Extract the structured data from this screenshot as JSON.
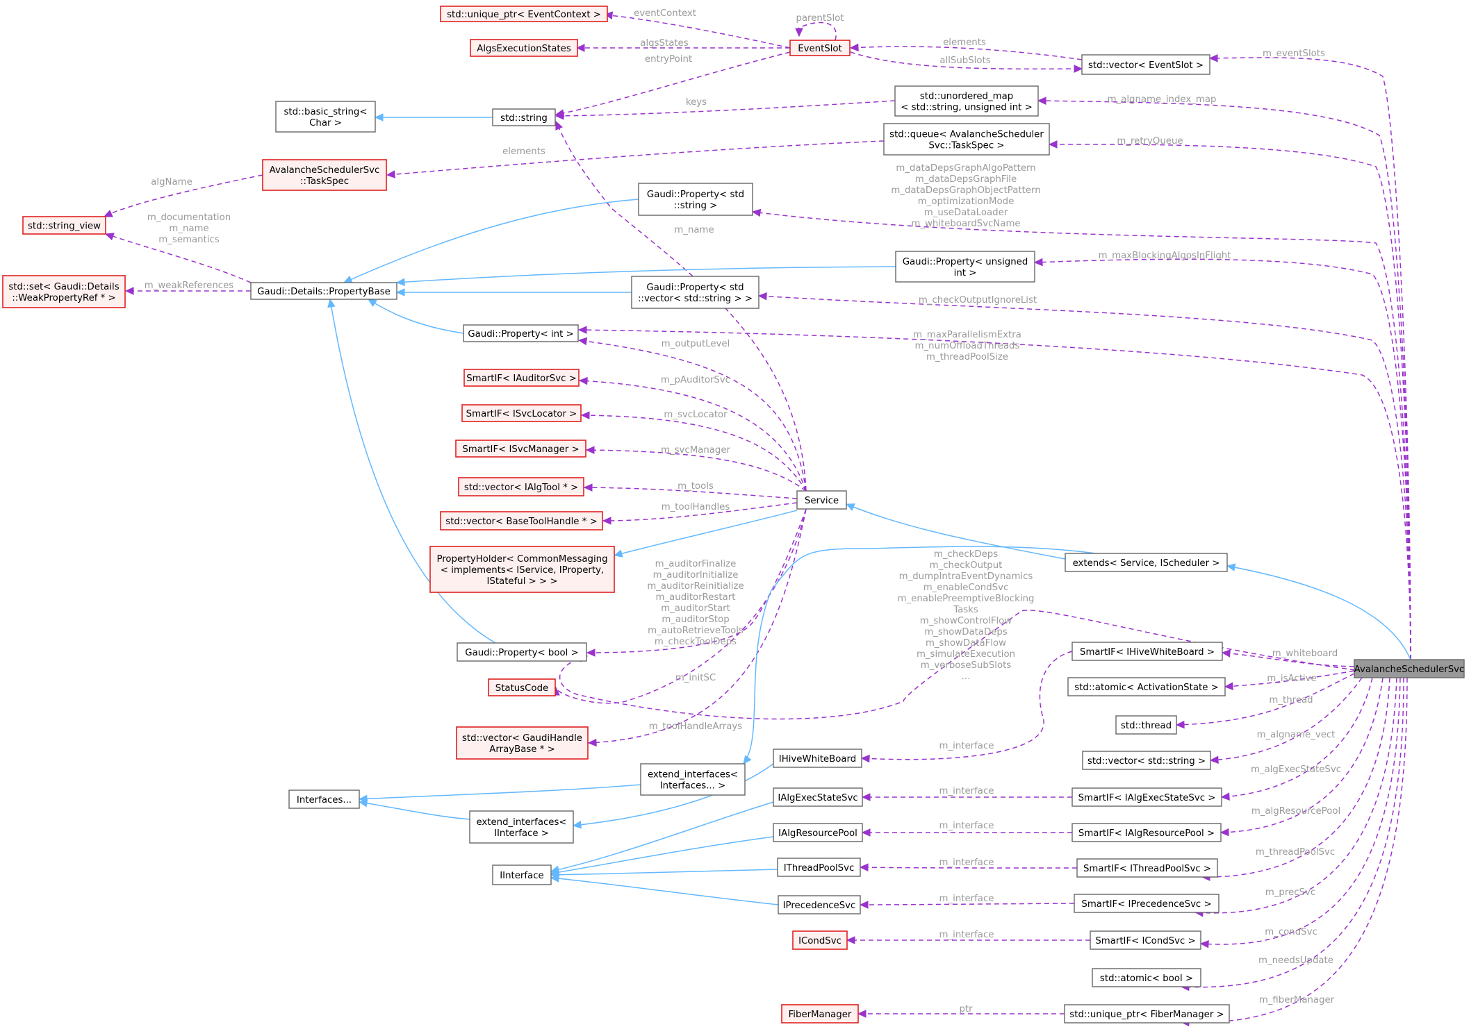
{
  "colors": {
    "inheritance_edge": "#63b8ff",
    "usage_edge": "#9a32cd",
    "edge_label": "#9a9a9a",
    "undocumented_border": "#e02020",
    "undocumented_fill": "#fff0f0",
    "focus_fill": "#999999"
  },
  "nodes": {
    "unique_ptr_eventcontext": {
      "lines": [
        "std::unique_ptr< EventContext >"
      ],
      "style": "red"
    },
    "algsexecutionstates": {
      "lines": [
        "AlgsExecutionStates"
      ],
      "style": "red"
    },
    "eventslot": {
      "lines": [
        "EventSlot"
      ],
      "style": "red"
    },
    "vector_eventslot": {
      "lines": [
        "std::vector< EventSlot >"
      ],
      "style": "normal"
    },
    "basic_string_char": {
      "lines": [
        "std::basic_string<",
        "Char >"
      ],
      "style": "normal"
    },
    "std_string": {
      "lines": [
        "std::string"
      ],
      "style": "normal"
    },
    "unordered_map": {
      "lines": [
        "std::unordered_map",
        "< std::string, unsigned int >"
      ],
      "style": "normal"
    },
    "queue_taskspec": {
      "lines": [
        "std::queue< AvalancheScheduler",
        "Svc::TaskSpec >"
      ],
      "style": "normal"
    },
    "taskspec": {
      "lines": [
        "AvalancheSchedulerSvc",
        "::TaskSpec"
      ],
      "style": "red"
    },
    "string_view": {
      "lines": [
        "std::string_view"
      ],
      "style": "red"
    },
    "property_string": {
      "lines": [
        "Gaudi::Property< std",
        "::string >"
      ],
      "style": "normal"
    },
    "property_unsigned": {
      "lines": [
        "Gaudi::Property< unsigned",
        "int >"
      ],
      "style": "normal"
    },
    "property_vector_string": {
      "lines": [
        "Gaudi::Property< std",
        "::vector< std::string > >"
      ],
      "style": "normal"
    },
    "set_weakref": {
      "lines": [
        "std::set< Gaudi::Details",
        "::WeakPropertyRef * >"
      ],
      "style": "red"
    },
    "propertybase": {
      "lines": [
        "Gaudi::Details::PropertyBase"
      ],
      "style": "normal"
    },
    "property_int": {
      "lines": [
        "Gaudi::Property< int >"
      ],
      "style": "normal"
    },
    "smartif_iauditorsvc": {
      "lines": [
        "SmartIF< IAuditorSvc >"
      ],
      "style": "red"
    },
    "smartif_isvclocator": {
      "lines": [
        "SmartIF< ISvcLocator >"
      ],
      "style": "red"
    },
    "smartif_isvcmanager": {
      "lines": [
        "SmartIF< ISvcManager >"
      ],
      "style": "red"
    },
    "vector_ialgtool": {
      "lines": [
        "std::vector< IAlgTool * >"
      ],
      "style": "red"
    },
    "vector_basetoolhandle": {
      "lines": [
        "std::vector< BaseToolHandle * >"
      ],
      "style": "red"
    },
    "service": {
      "lines": [
        "Service"
      ],
      "style": "normal"
    },
    "propertyholder": {
      "lines": [
        "PropertyHolder< CommonMessaging",
        "< implements< IService, IProperty,",
        "IStateful > > >"
      ],
      "style": "red"
    },
    "extends_service": {
      "lines": [
        "extends< Service, IScheduler >"
      ],
      "style": "normal"
    },
    "property_bool": {
      "lines": [
        "Gaudi::Property< bool >"
      ],
      "style": "normal"
    },
    "statuscode": {
      "lines": [
        "StatusCode"
      ],
      "style": "red"
    },
    "vector_gaudihandle": {
      "lines": [
        "std::vector< GaudiHandle",
        "ArrayBase * >"
      ],
      "style": "red"
    },
    "smartif_ihivewhiteboard": {
      "lines": [
        "SmartIF< IHiveWhiteBoard >"
      ],
      "style": "normal"
    },
    "atomic_activationstate": {
      "lines": [
        "std::atomic< ActivationState >"
      ],
      "style": "normal"
    },
    "std_thread": {
      "lines": [
        "std::thread"
      ],
      "style": "normal"
    },
    "vector_string": {
      "lines": [
        "std::vector< std::string >"
      ],
      "style": "normal"
    },
    "avalanche": {
      "lines": [
        "AvalancheSchedulerSvc"
      ],
      "style": "focus"
    },
    "ihivewhiteboard": {
      "lines": [
        "IHiveWhiteBoard"
      ],
      "style": "normal"
    },
    "extend_interfaces_variadic": {
      "lines": [
        "extend_interfaces<",
        "Interfaces... >"
      ],
      "style": "normal"
    },
    "interfaces": {
      "lines": [
        "Interfaces..."
      ],
      "style": "normal"
    },
    "extend_interfaces_iinterface": {
      "lines": [
        "extend_interfaces<",
        "IInterface >"
      ],
      "style": "normal"
    },
    "ialgexecstatesvc": {
      "lines": [
        "IAlgExecStateSvc"
      ],
      "style": "normal"
    },
    "smartif_ialgexecstatesvc": {
      "lines": [
        "SmartIF< IAlgExecStateSvc >"
      ],
      "style": "normal"
    },
    "ialgresourcepool": {
      "lines": [
        "IAlgResourcePool"
      ],
      "style": "normal"
    },
    "smartif_ialgresourcepool": {
      "lines": [
        "SmartIF< IAlgResourcePool >"
      ],
      "style": "normal"
    },
    "iinterface": {
      "lines": [
        "IInterface"
      ],
      "style": "normal"
    },
    "ithreadpoolsvc": {
      "lines": [
        "IThreadPoolSvc"
      ],
      "style": "normal"
    },
    "smartif_ithreadpoolsvc": {
      "lines": [
        "SmartIF< IThreadPoolSvc >"
      ],
      "style": "normal"
    },
    "iprecedencesvc": {
      "lines": [
        "IPrecedenceSvc"
      ],
      "style": "normal"
    },
    "smartif_iprecedencesvc": {
      "lines": [
        "SmartIF< IPrecedenceSvc >"
      ],
      "style": "normal"
    },
    "icondsvc": {
      "lines": [
        "ICondSvc"
      ],
      "style": "red"
    },
    "smartif_icondsvc": {
      "lines": [
        "SmartIF< ICondSvc >"
      ],
      "style": "normal"
    },
    "atomic_bool": {
      "lines": [
        "std::atomic< bool >"
      ],
      "style": "normal"
    },
    "fibermanager": {
      "lines": [
        "FiberManager"
      ],
      "style": "red"
    },
    "unique_ptr_fibermanager": {
      "lines": [
        "std::unique_ptr< FiberManager >"
      ],
      "style": "normal"
    }
  },
  "edge_labels": {
    "eventcontext": [
      "eventContext"
    ],
    "parentslot": [
      "parentSlot"
    ],
    "algsstates": [
      "algsStates"
    ],
    "elements_slot": [
      "elements"
    ],
    "entrypoint": [
      "entryPoint"
    ],
    "allsubslots": [
      "allSubSlots"
    ],
    "m_eventslots": [
      "m_eventSlots"
    ],
    "keys": [
      "keys"
    ],
    "m_algname_index_map": [
      "m_algname_index_map"
    ],
    "elements_queue": [
      "elements"
    ],
    "m_retryqueue": [
      "m_retryQueue"
    ],
    "algname": [
      "algName"
    ],
    "string_props": [
      "m_dataDepsGraphAlgoPattern",
      "m_dataDepsGraphFile",
      "m_dataDepsGraphObjectPattern",
      "m_optimizationMode",
      "m_useDataLoader",
      "m_whiteboardSvcName"
    ],
    "propbase_strings": [
      "m_documentation",
      "m_name",
      "m_semantics"
    ],
    "m_name_service": [
      "m_name"
    ],
    "m_maxblocking": [
      "m_maxBlockingAlgosInFlight"
    ],
    "m_weakreferences": [
      "m_weakReferences"
    ],
    "m_checkoutputignorelist": [
      "m_checkOutputIgnoreList"
    ],
    "int_props": [
      "m_maxParallelismExtra",
      "m_numOffloadThreads",
      "m_threadPoolSize"
    ],
    "m_outputlevel": [
      "m_outputLevel"
    ],
    "m_pauditorsvc": [
      "m_pAuditorSvc"
    ],
    "m_svclocator": [
      "m_svcLocator"
    ],
    "m_svcmanager": [
      "m_svcManager"
    ],
    "m_tools": [
      "m_tools"
    ],
    "m_toolhandles": [
      "m_toolHandles"
    ],
    "bool_props_service": [
      "m_auditorFinalize",
      "m_auditorInitialize",
      "m_auditorReinitialize",
      "m_auditorRestart",
      "m_auditorStart",
      "m_auditorStop",
      "m_autoRetrieveTools",
      "m_checkToolDeps"
    ],
    "bool_props_avalanche": [
      "m_checkDeps",
      "m_checkOutput",
      "m_dumpIntraEventDynamics",
      "m_enableCondSvc",
      "m_enablePreemptiveBlocking",
      "Tasks",
      "m_showControlFlow",
      "m_showDataDeps",
      "m_showDataFlow",
      "m_simulateExecution",
      "m_verboseSubSlots",
      "..."
    ],
    "m_initsc": [
      "m_initSC"
    ],
    "m_toolhandlearrays": [
      "m_toolHandleArrays"
    ],
    "m_whiteboard": [
      "m_whiteboard"
    ],
    "m_isactive": [
      "m_isActive"
    ],
    "m_thread": [
      "m_thread"
    ],
    "m_algname_vect": [
      "m_algname_vect"
    ],
    "m_interface_hive": [
      "m_interface"
    ],
    "m_algexecstatesvc": [
      "m_algExecStateSvc"
    ],
    "m_interface_exec": [
      "m_interface"
    ],
    "m_algresourcepool": [
      "m_algResourcePool"
    ],
    "m_interface_pool": [
      "m_interface"
    ],
    "m_threadpoolsvc": [
      "m_threadPoolSvc"
    ],
    "m_interface_thread": [
      "m_interface"
    ],
    "m_precsvc": [
      "m_precSvc"
    ],
    "m_interface_prec": [
      "m_interface"
    ],
    "m_condsvc": [
      "m_condSvc"
    ],
    "m_interface_cond": [
      "m_interface"
    ],
    "m_needsupdate": [
      "m_needsUpdate"
    ],
    "m_fibermanager": [
      "m_fiberManager"
    ],
    "ptr": [
      "ptr"
    ]
  }
}
